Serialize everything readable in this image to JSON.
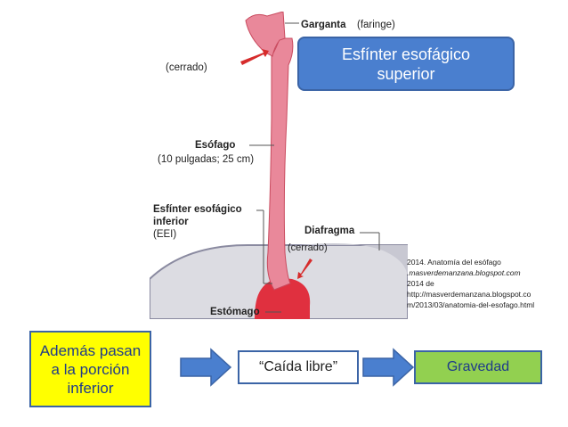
{
  "illustration": {
    "labels": {
      "throat": "Garganta",
      "throat_alt": "(faringe)",
      "closed_top": "(cerrado)",
      "esophagus": "Esófago",
      "esophagus_size": "(10 pulgadas; 25 cm)",
      "lower_sphincter_1": "Esfínter esofágico",
      "lower_sphincter_2": "inferior",
      "lower_sphincter_abbr": "(EEI)",
      "diaphragm": "Diafragma",
      "closed_bottom": "(cerrado)",
      "stomach": "Estómago"
    },
    "colors": {
      "organ": "#e9889a",
      "organ_dark": "#c94a5e",
      "stomach": "#e0303f",
      "pointer": "#d62b2b",
      "backdrop": "#dcdce2"
    }
  },
  "callout": {
    "text": "Esfínter esofágico superior",
    "color": "#4a7fcf"
  },
  "citation": {
    "line1": "2014. Anatomía del esófago",
    "line2": ".masverdemanzana.blogspot.com",
    "line3": "2014 de",
    "line4": "http://masverdemanzana.blogspot.co",
    "line5": "m/2013/03/anatomia-del-esofago.html"
  },
  "flow": {
    "start": "Además pasan a la porción inferior",
    "middle": "“Caída libre”",
    "end": "Gravedad",
    "colors": {
      "start_bg": "#ffff00",
      "end_bg": "#92d050",
      "arrow": "#4a7fcf"
    }
  }
}
